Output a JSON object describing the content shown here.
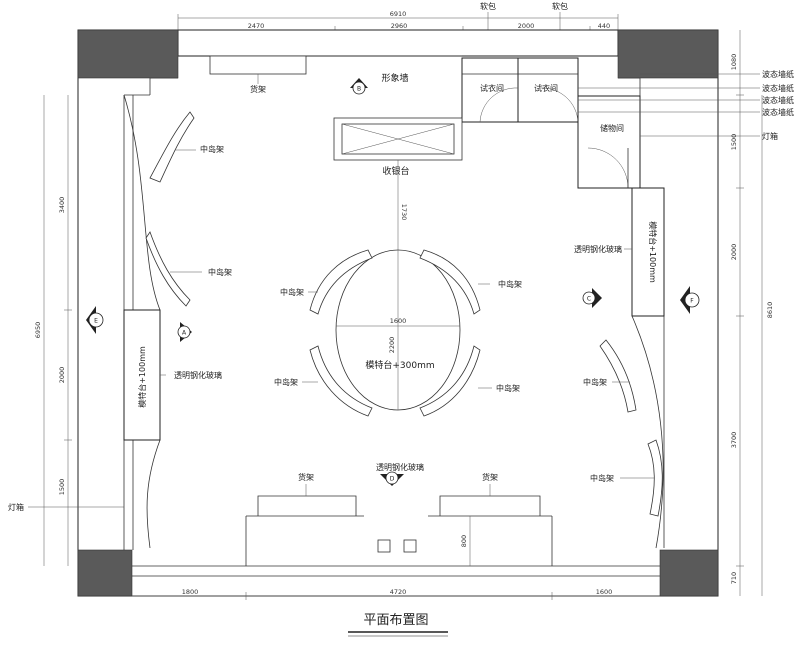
{
  "title": "平面布置图",
  "dimensions": {
    "top_total": "6910",
    "top_segments": [
      "2470",
      "2960",
      "2000",
      "440"
    ],
    "bottom_segments": [
      "1800",
      "4720",
      "1600"
    ],
    "left_total": "6950",
    "left_segments": [
      "3400",
      "2000",
      "1500"
    ],
    "right_total": "8610",
    "right_segments": [
      "1080",
      "1500",
      "2000",
      "3700",
      "710"
    ],
    "center_vertical": "1730",
    "ellipse_width": "1600",
    "ellipse_height": "2200",
    "bottom_shelf_depth": "800"
  },
  "labels": {
    "soft_pack_1": "软包",
    "soft_pack_2": "软包",
    "shelf_top": "货架",
    "image_wall": "形象墙",
    "fitting_room_1": "试衣间",
    "fitting_room_2": "试衣间",
    "storage": "储物间",
    "cashier": "收银台",
    "island_left_1": "中岛架",
    "island_left_2": "中岛架",
    "island_center_1": "中岛架",
    "island_center_2": "中岛架",
    "island_center_3": "中岛架",
    "island_center_4": "中岛架",
    "island_right_1": "中岛架",
    "island_right_2": "中岛架",
    "model_platform": "模特台+300mm",
    "model_left": "模特台+100mm",
    "model_right": "模特台+100mm",
    "glass_left": "透明钢化玻璃",
    "glass_right": "透明钢化玻璃",
    "glass_bottom": "透明钢化玻璃",
    "shelf_bottom_left": "货架",
    "shelf_bottom_right": "货架",
    "lightbox_left": "灯箱",
    "lightbox_right": "灯箱",
    "wallpaper_1": "波态墙纸",
    "wallpaper_2": "波态墙纸",
    "wallpaper_3": "波态墙纸",
    "wallpaper_4": "波态墙纸"
  },
  "markers": {
    "A": "A",
    "B": "B",
    "C": "C",
    "D": "D",
    "E": "E",
    "F": "F"
  }
}
